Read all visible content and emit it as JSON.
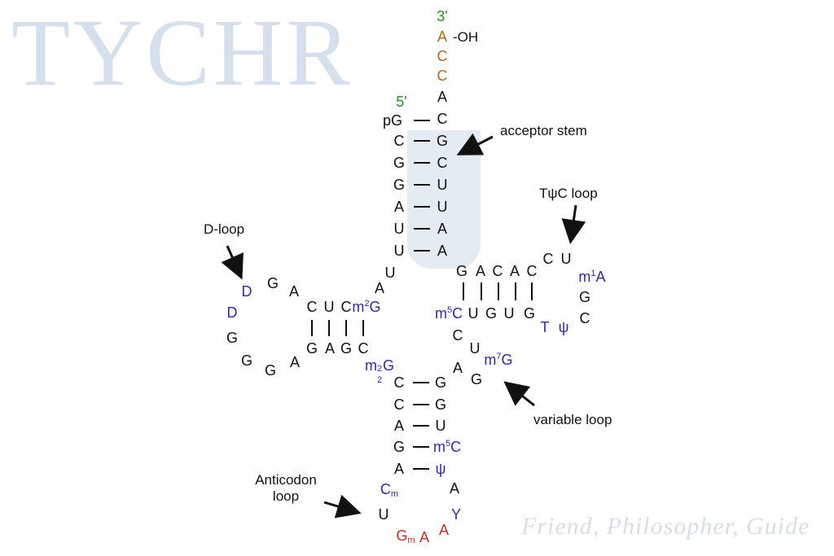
{
  "watermark": {
    "brand": "TYCHR",
    "tagline": "Friend, Philosopher, Guide"
  },
  "labels": {
    "acceptor_stem": "acceptor stem",
    "tpsic_loop": "TψC loop",
    "d_loop": "D-loop",
    "variable_loop": "variable loop",
    "anticodon_loop_line1": "Anticodon",
    "anticodon_loop_line2": "loop",
    "hydroxyl": "-OH"
  },
  "colors": {
    "black": "#111111",
    "blue": "#2b2bab",
    "orange": "#b8651e",
    "green": "#2e8b2e",
    "red": "#d42a2a"
  },
  "nucleotides": [
    {
      "base": "3'",
      "color": "green"
    },
    {
      "base": "A",
      "color": "orange"
    },
    {
      "base": "C",
      "color": "orange"
    },
    {
      "base": "C",
      "color": "orange"
    },
    {
      "base": "A"
    },
    {
      "base": "C"
    },
    {
      "base": "G"
    },
    {
      "base": "C"
    },
    {
      "base": "U"
    },
    {
      "base": "U"
    },
    {
      "base": "A"
    },
    {
      "base": "A"
    },
    {
      "base": "5'",
      "color": "green"
    },
    {
      "base": "pG"
    },
    {
      "base": "C"
    },
    {
      "base": "G"
    },
    {
      "base": "G"
    },
    {
      "base": "A"
    },
    {
      "base": "U"
    },
    {
      "base": "U"
    },
    {
      "base": "U"
    },
    {
      "base": "A"
    },
    {
      "pre": "m",
      "sup": "2",
      "base": "G",
      "color": "blue"
    },
    {
      "base": "C"
    },
    {
      "base": "U"
    },
    {
      "base": "C"
    },
    {
      "base": "A"
    },
    {
      "base": "G"
    },
    {
      "base": "D",
      "color": "blue"
    },
    {
      "base": "D",
      "color": "blue"
    },
    {
      "base": "G"
    },
    {
      "base": "G"
    },
    {
      "base": "G"
    },
    {
      "base": "A"
    },
    {
      "base": "G"
    },
    {
      "base": "A"
    },
    {
      "base": "G"
    },
    {
      "base": "C"
    },
    {
      "pre": "m",
      "sup": "2",
      "sub": "2",
      "base": "G",
      "color": "blue"
    },
    {
      "base": "C"
    },
    {
      "base": "G"
    },
    {
      "base": "C"
    },
    {
      "base": "G"
    },
    {
      "base": "A"
    },
    {
      "base": "U"
    },
    {
      "base": "G"
    },
    {
      "pre": "m",
      "sup": "5",
      "base": "C",
      "color": "blue"
    },
    {
      "base": "A"
    },
    {
      "base": "ψ",
      "color": "blue"
    },
    {
      "base": "C",
      "post": "m",
      "color": "blue"
    },
    {
      "base": "U"
    },
    {
      "base": "G",
      "post": "m",
      "color": "red"
    },
    {
      "base": "A",
      "color": "red"
    },
    {
      "base": "A",
      "color": "red"
    },
    {
      "base": "Y",
      "color": "blue"
    },
    {
      "base": "A"
    },
    {
      "base": "G"
    },
    {
      "base": "A"
    },
    {
      "pre": "m",
      "sup": "7",
      "base": "G",
      "color": "blue"
    },
    {
      "base": "U"
    },
    {
      "base": "C"
    },
    {
      "pre": "m",
      "sup": "5",
      "base": "C",
      "color": "blue"
    },
    {
      "base": "U"
    },
    {
      "base": "G"
    },
    {
      "base": "U"
    },
    {
      "base": "G"
    },
    {
      "base": "T",
      "color": "blue"
    },
    {
      "base": "ψ",
      "color": "blue"
    },
    {
      "base": "C"
    },
    {
      "base": "G"
    },
    {
      "pre": "m",
      "sup": "1",
      "base": "A",
      "color": "blue"
    },
    {
      "base": "U"
    },
    {
      "base": "C"
    },
    {
      "base": "C"
    },
    {
      "base": "A"
    },
    {
      "base": "C"
    },
    {
      "base": "A"
    },
    {
      "base": "G"
    }
  ]
}
